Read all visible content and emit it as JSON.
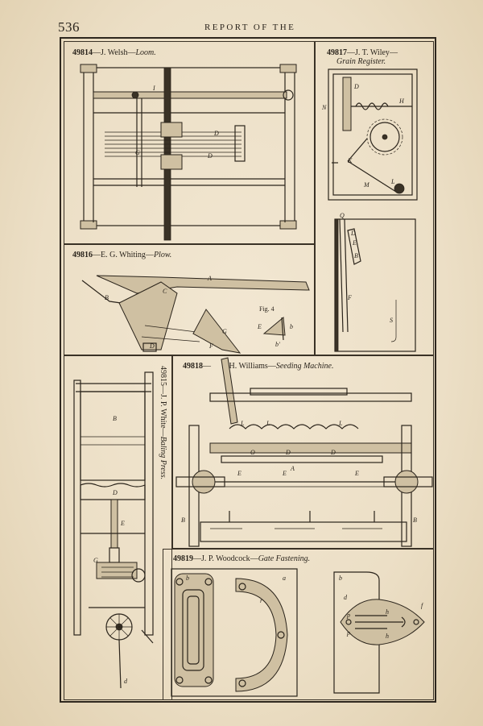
{
  "page": {
    "number": "536",
    "running_head": "REPORT OF THE"
  },
  "figures": [
    {
      "id": "loom",
      "patent_number": "49814",
      "inventor": "J. Welsh",
      "title": "Loom.",
      "labels": [
        "I",
        "D",
        "D",
        "G"
      ]
    },
    {
      "id": "grain-register",
      "patent_number": "49817",
      "inventor": "J. T. Wiley",
      "title": "Grain Register.",
      "labels": [
        "D",
        "N",
        "H",
        "K",
        "M",
        "L",
        "Q",
        "D",
        "E",
        "B",
        "F",
        "S"
      ]
    },
    {
      "id": "plow",
      "patent_number": "49816",
      "inventor": "E. G. Whiting",
      "title": "Plow.",
      "labels": [
        "A",
        "B",
        "C",
        "G",
        "D",
        "F"
      ],
      "inset_label": "Fig. 4",
      "inset_labels": [
        "E",
        "b",
        "b'"
      ]
    },
    {
      "id": "baling-press",
      "patent_number": "49815",
      "inventor": "J. P. White",
      "title": "Baling Press.",
      "labels": [
        "B",
        "D",
        "E",
        "G",
        "d"
      ]
    },
    {
      "id": "seeding-machine",
      "patent_number": "49818",
      "inventor": "H. Williams",
      "title": "Seeding Machine.",
      "labels": [
        "L",
        "L",
        "L",
        "O",
        "D",
        "D",
        "E",
        "E",
        "A",
        "E",
        "B",
        "B"
      ]
    },
    {
      "id": "gate-fastening",
      "patent_number": "49819",
      "inventor": "J. P. Woodcock",
      "title": "Gate Fastening.",
      "labels": [
        "b",
        "a",
        "r",
        "b",
        "d",
        "p",
        "p",
        "h",
        "h",
        "f"
      ]
    }
  ]
}
